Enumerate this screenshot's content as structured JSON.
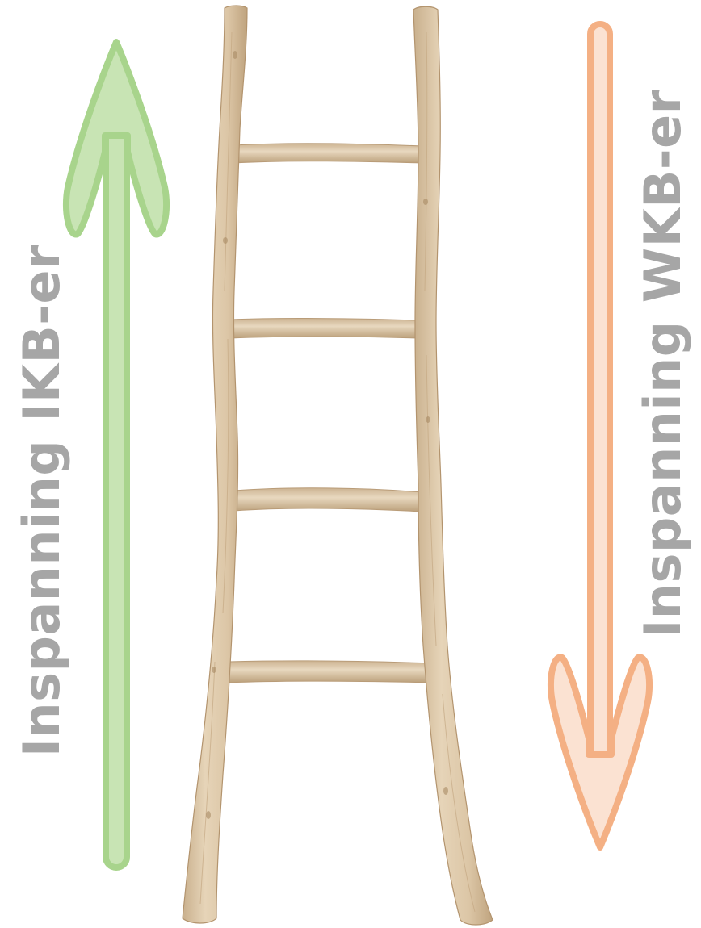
{
  "labels": {
    "left": "Inspanning IKB-er",
    "right": "Inspanning WKB-er"
  },
  "icons": {
    "up_arrow": "arrow-up-icon",
    "down_arrow": "arrow-down-icon",
    "ladder": "wooden-ladder"
  },
  "colors": {
    "up_arrow_stroke": "#a8d48c",
    "up_arrow_fill": "#c8e4b4",
    "down_arrow_stroke": "#f4b084",
    "down_arrow_fill": "#fbe2d2",
    "label_text": "#a6a6a6",
    "wood": "#d9c3a3"
  },
  "ladder": {
    "rungs": 4
  }
}
